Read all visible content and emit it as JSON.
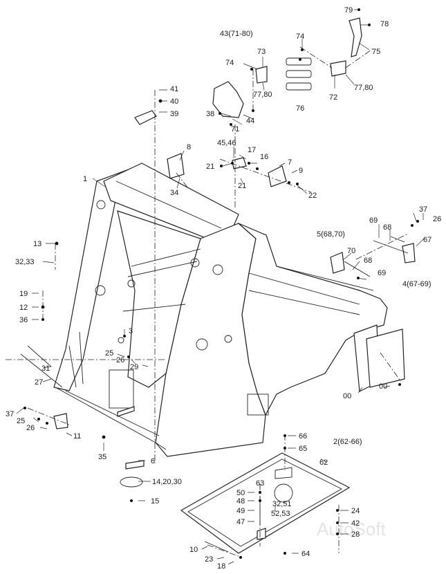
{
  "watermark": "AutoSoft",
  "labels": [
    {
      "id": "79",
      "text": "79"
    },
    {
      "id": "78",
      "text": "78"
    },
    {
      "id": "75",
      "text": "75"
    },
    {
      "id": "74a",
      "text": "74"
    },
    {
      "id": "72",
      "text": "72"
    },
    {
      "id": "7780a",
      "text": "77,80"
    },
    {
      "id": "43",
      "text": "43(71-80)"
    },
    {
      "id": "73",
      "text": "73"
    },
    {
      "id": "74b",
      "text": "74"
    },
    {
      "id": "7780b",
      "text": "77,80"
    },
    {
      "id": "76",
      "text": "76"
    },
    {
      "id": "41",
      "text": "41"
    },
    {
      "id": "40",
      "text": "40"
    },
    {
      "id": "39",
      "text": "39"
    },
    {
      "id": "38",
      "text": "38"
    },
    {
      "id": "71",
      "text": "71"
    },
    {
      "id": "44",
      "text": "44"
    },
    {
      "id": "4546",
      "text": "45,46"
    },
    {
      "id": "17",
      "text": "17"
    },
    {
      "id": "16",
      "text": "16"
    },
    {
      "id": "8",
      "text": "8"
    },
    {
      "id": "21a",
      "text": "21"
    },
    {
      "id": "7",
      "text": "7"
    },
    {
      "id": "9",
      "text": "9"
    },
    {
      "id": "21b",
      "text": "21"
    },
    {
      "id": "22",
      "text": "22"
    },
    {
      "id": "34",
      "text": "34"
    },
    {
      "id": "1",
      "text": "1"
    },
    {
      "id": "69a",
      "text": "69"
    },
    {
      "id": "68a",
      "text": "68"
    },
    {
      "id": "37a",
      "text": "37"
    },
    {
      "id": "26a",
      "text": "26"
    },
    {
      "id": "67",
      "text": "67"
    },
    {
      "id": "5",
      "text": "5(68,70)"
    },
    {
      "id": "70",
      "text": "70"
    },
    {
      "id": "68b",
      "text": "68"
    },
    {
      "id": "69b",
      "text": "69"
    },
    {
      "id": "4",
      "text": "4(67-69)"
    },
    {
      "id": "13",
      "text": "13"
    },
    {
      "id": "3233",
      "text": "32,33"
    },
    {
      "id": "19",
      "text": "19"
    },
    {
      "id": "12",
      "text": "12"
    },
    {
      "id": "36",
      "text": "36"
    },
    {
      "id": "3",
      "text": "3"
    },
    {
      "id": "25a",
      "text": "25"
    },
    {
      "id": "26b",
      "text": "26"
    },
    {
      "id": "29",
      "text": "29"
    },
    {
      "id": "31",
      "text": "31"
    },
    {
      "id": "27",
      "text": "27"
    },
    {
      "id": "00a",
      "text": "00"
    },
    {
      "id": "00b",
      "text": "00"
    },
    {
      "id": "37b",
      "text": "37"
    },
    {
      "id": "25b",
      "text": "25"
    },
    {
      "id": "26c",
      "text": "26"
    },
    {
      "id": "11",
      "text": "11"
    },
    {
      "id": "35",
      "text": "35"
    },
    {
      "id": "66",
      "text": "66"
    },
    {
      "id": "65",
      "text": "65"
    },
    {
      "id": "2",
      "text": "2(62-66)"
    },
    {
      "id": "62",
      "text": "62"
    },
    {
      "id": "6",
      "text": "6"
    },
    {
      "id": "142030",
      "text": "14,20,30"
    },
    {
      "id": "15",
      "text": "15"
    },
    {
      "id": "63",
      "text": "63"
    },
    {
      "id": "50",
      "text": "50"
    },
    {
      "id": "48",
      "text": "48"
    },
    {
      "id": "49",
      "text": "49"
    },
    {
      "id": "47",
      "text": "47"
    },
    {
      "id": "3251",
      "text": "32,51"
    },
    {
      "id": "5253",
      "text": "52,53"
    },
    {
      "id": "24",
      "text": "24"
    },
    {
      "id": "42",
      "text": "42"
    },
    {
      "id": "28",
      "text": "28"
    },
    {
      "id": "10",
      "text": "10"
    },
    {
      "id": "23",
      "text": "23"
    },
    {
      "id": "18",
      "text": "18"
    },
    {
      "id": "64",
      "text": "64"
    }
  ]
}
